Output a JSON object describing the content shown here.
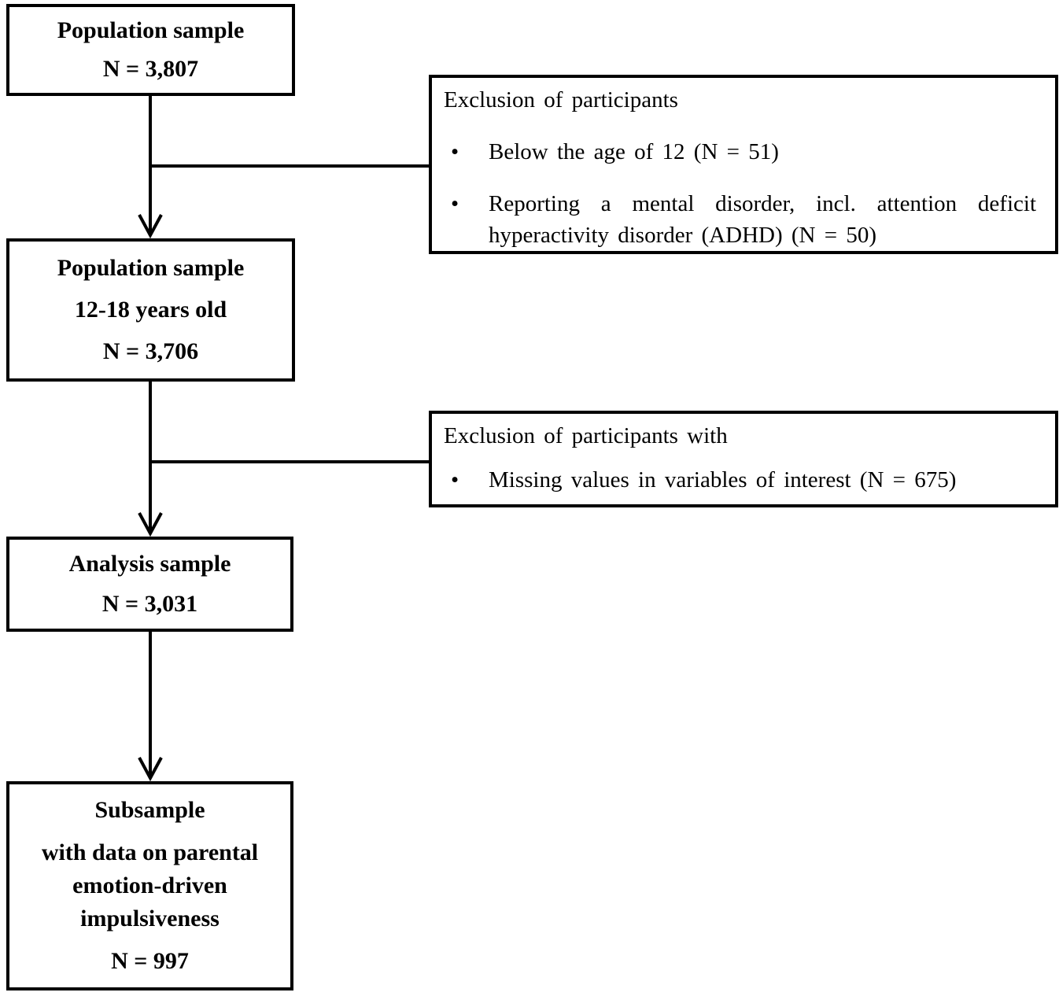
{
  "colors": {
    "line": "#000000",
    "background": "#ffffff",
    "text": "#000000"
  },
  "bullet_glyph": "•",
  "boxes": {
    "population": {
      "title": "Population sample",
      "n": "N = 3,807"
    },
    "exclusion1": {
      "heading": "Exclusion of participants",
      "items": [
        {
          "text": "Below the age of 12 (N = 51)"
        },
        {
          "text": "Reporting a mental disorder, incl. attention deficit hyperactivity disorder (ADHD) (N = 50)"
        }
      ]
    },
    "population_12_18": {
      "title": "Population sample",
      "age_range": "12-18 years old",
      "n": "N = 3,706"
    },
    "exclusion2": {
      "heading": "Exclusion of participants with",
      "items": [
        {
          "text": "Missing values in variables of interest (N = 675)"
        }
      ]
    },
    "analysis": {
      "title": "Analysis sample",
      "n": "N = 3,031"
    },
    "subsample": {
      "title": "Subsample",
      "description": "with data on parental emotion-driven impulsiveness",
      "n": "N = 997"
    }
  }
}
